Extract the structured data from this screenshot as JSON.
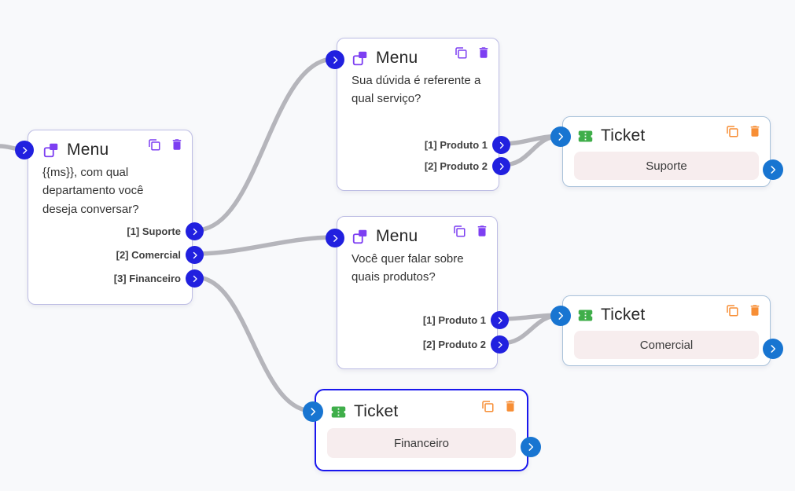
{
  "nodes": [
    {
      "type": "menu",
      "title": "Menu",
      "body": "{{ms}}, com qual departamento você deseja conversar?",
      "options": [
        "[1] Suporte",
        "[2] Comercial",
        "[3] Financeiro"
      ]
    },
    {
      "type": "menu",
      "title": "Menu",
      "body": "Sua dúvida é referente a qual serviço?",
      "options": [
        "[1] Produto 1",
        "[2] Produto 2"
      ]
    },
    {
      "type": "menu",
      "title": "Menu",
      "body": "Você quer falar sobre quais produtos?",
      "options": [
        "[1] Produto 1",
        "[2] Produto 2"
      ]
    },
    {
      "type": "ticket",
      "title": "Ticket",
      "value": "Suporte"
    },
    {
      "type": "ticket",
      "title": "Ticket",
      "value": "Comercial"
    },
    {
      "type": "ticket",
      "title": "Ticket",
      "value": "Financeiro",
      "selected": true
    }
  ],
  "colors": {
    "menu_accent": "#7d3ff2",
    "ticket_action_orange": "#f78e35",
    "ticket_icon_green": "#3fae4a",
    "menu_connector_blue": "#2120df",
    "ticket_connector_blue": "#1875d1",
    "edge_gray": "#b5b5bb",
    "selected_border_blue": "#1a17ee",
    "ticket_field_pink": "#f7edee",
    "canvas_background": "#f8f9fb"
  }
}
